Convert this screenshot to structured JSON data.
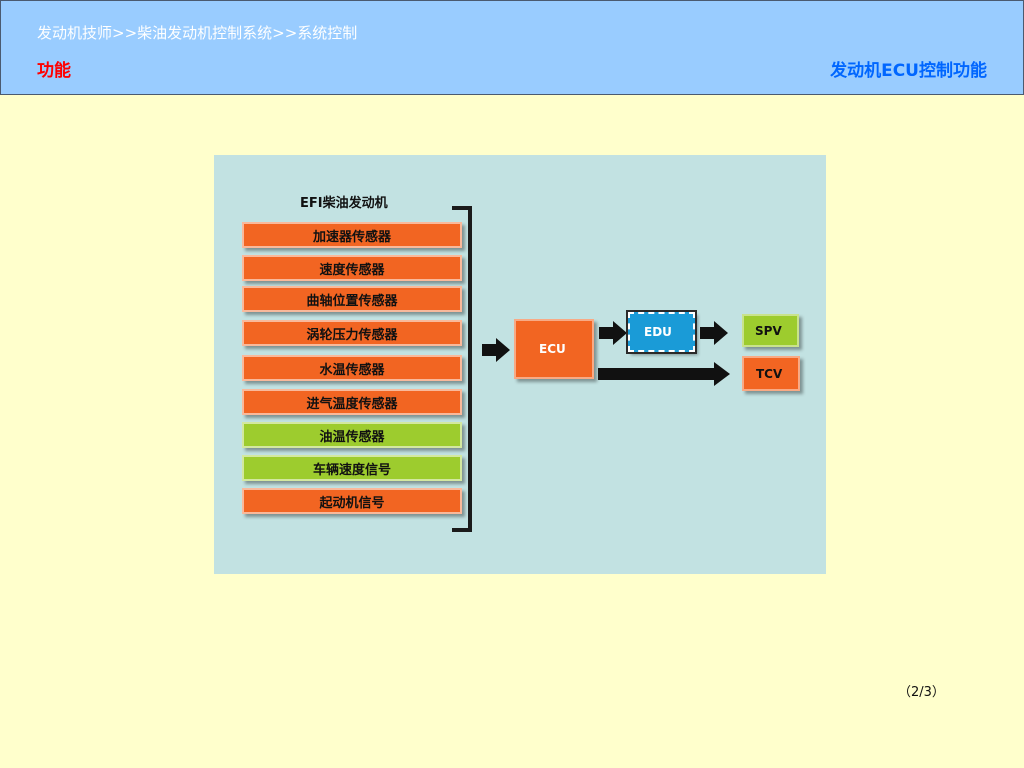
{
  "header": {
    "breadcrumb": "发动机技师>>柴油发动机控制系统>>系统控制",
    "section": "功能",
    "title": "发动机ECU控制功能"
  },
  "diagram": {
    "group_title": "EFI柴油发动机",
    "inputs": [
      {
        "label": "加速器传感器",
        "color": "orange"
      },
      {
        "label": "速度传感器",
        "color": "orange"
      },
      {
        "label": "曲轴位置传感器",
        "color": "orange"
      },
      {
        "label": "涡轮压力传感器",
        "color": "orange"
      },
      {
        "label": "水温传感器",
        "color": "orange"
      },
      {
        "label": "进气温度传感器",
        "color": "orange"
      },
      {
        "label": "油温传感器",
        "color": "green"
      },
      {
        "label": "车辆速度信号",
        "color": "green"
      },
      {
        "label": "起动机信号",
        "color": "orange"
      }
    ],
    "ecu": "ECU",
    "edu": "EDU",
    "spv": "SPV",
    "tcv": "TCV"
  },
  "colors": {
    "orange": "#f26522",
    "green": "#9dcc2e",
    "blue": "#1a9bd7",
    "header_bg": "#99ccff",
    "page_bg": "#ffffcc",
    "diagram_bg": "#c2e2e2"
  },
  "page_number": "（2/3）"
}
